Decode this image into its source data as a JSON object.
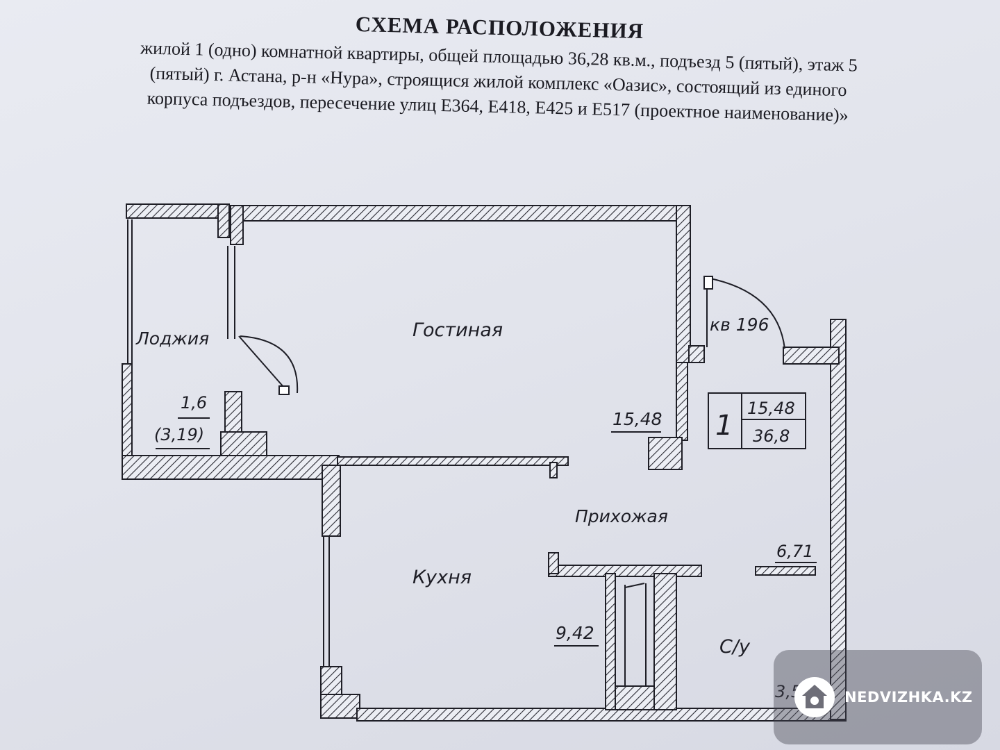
{
  "document": {
    "title": "СХЕМА РАСПОЛОЖЕНИЯ",
    "description_lines": [
      "жилой 1 (одно) комнатной квартиры, общей площадью 36,28  кв.м., подъезд 5 (пятый), этаж 5",
      "(пятый) г. Астана, р-н «Нура», строящися жилой комплекс «Оазис», состоящий из единого",
      "корпуса подъездов, пересечение улиц Е364, Е418, Е425 и Е517 (проектное наименование)»"
    ]
  },
  "plan": {
    "rooms": {
      "loggia": {
        "name": "Лоджия",
        "area": "1,6",
        "area_full": "(3,19)"
      },
      "living": {
        "name": "Гостиная",
        "area": "15,48"
      },
      "hall": {
        "name": "Прихожая",
        "area": "6,71"
      },
      "kitchen": {
        "name": "Кухня",
        "area": "9,42"
      },
      "bathroom": {
        "name": "С/у",
        "area": "3,59"
      }
    },
    "apartment_label": "кв 196",
    "summary": {
      "rooms_count": "1",
      "living_area": "15,48",
      "total_area": "36,8"
    }
  },
  "watermark": {
    "text": "NEDVIZHKA.KZ"
  }
}
